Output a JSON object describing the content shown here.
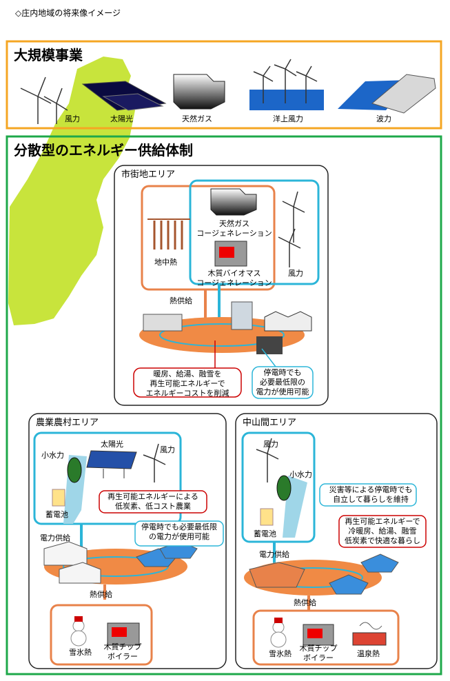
{
  "page_title": "◇庄内地域の将来像イメージ",
  "large_scale": {
    "title": "大規模事業",
    "items": [
      "風力",
      "太陽光",
      "天然ガス",
      "洋上風力",
      "波力"
    ]
  },
  "distributed": {
    "title": "分散型のエネルギー供給体制",
    "urban": {
      "title": "市街地エリア",
      "geothermal": "地中熱",
      "gas_cogen": "天然ガス\nコージェネレーション",
      "bio_cogen": "木質バイオマス\nコージェネレーション",
      "wind": "風力",
      "heat_supply": "熱供給",
      "note_left": "暖房、給湯、融雪を\n再生可能エネルギーで\nエネルギーコストを削減",
      "note_right": "停電時でも\n必要最低限の\n電力が使用可能"
    },
    "rural": {
      "title": "農業農村エリア",
      "small_hydro": "小水力",
      "solar": "太陽光",
      "wind": "風力",
      "battery": "蓄電池",
      "power_supply": "電力供給",
      "heat_supply": "熱供給",
      "snow_ice": "雪氷熱",
      "chip_boiler": "木質チップ\nボイラー",
      "note_top": "再生可能エネルギーによる\n低炭素、低コスト農業",
      "note_bottom": "停電時でも必要最低限\nの電力が使用可能"
    },
    "mountain": {
      "title": "中山間エリア",
      "wind": "風力",
      "small_hydro": "小水力",
      "battery": "蓄電池",
      "power_supply": "電力供給",
      "heat_supply": "熱供給",
      "snow_ice": "雪氷熱",
      "chip_boiler": "木質チップ\nボイラー",
      "hot_spring": "温泉熱",
      "note_top": "災害等による停電時でも\n自立して暮らしを維持",
      "note_bottom": "再生可能エネルギーで\n冷暖房、給湯、融雪\n低炭素で快適な暮らし"
    }
  }
}
